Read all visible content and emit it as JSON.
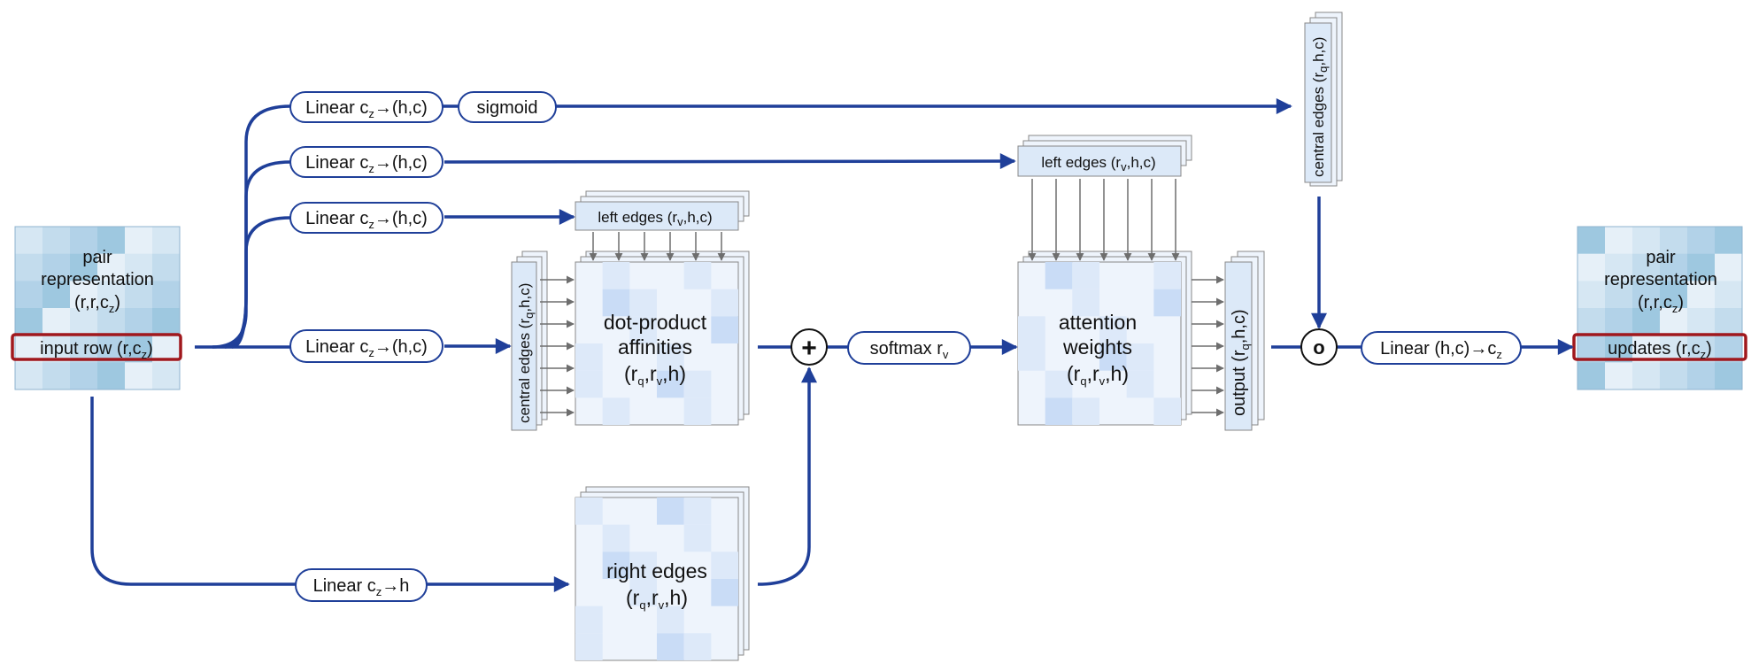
{
  "colors": {
    "flow": "#1f3f99",
    "tile_dark": "#9ec8e0",
    "tile_mid": "#c3dced",
    "tile_light": "#e6f0f8",
    "sheet": "#eef4fc",
    "highlight": "#a0181d"
  },
  "input": {
    "l1": "pair",
    "l2": "representation",
    "shape": "(r,r,c",
    "shape_sub": "z",
    "shape_end": ")",
    "row": "input row (r,c",
    "row_sub": "z",
    "row_end": ")"
  },
  "output": {
    "l1": "pair",
    "l2": "representation",
    "shape": "(r,r,c",
    "shape_sub": "z",
    "shape_end": ")",
    "row": "updates (r,c",
    "row_sub": "z",
    "row_end": ")"
  },
  "nodes": {
    "lin_gate": {
      "a": "Linear c",
      "sub": "z",
      "b": "→(h,c)"
    },
    "sigmoid": "sigmoid",
    "lin_left2": {
      "a": "Linear c",
      "sub": "z",
      "b": "→(h,c)"
    },
    "lin_left1": {
      "a": "Linear c",
      "sub": "z",
      "b": "→(h,c)"
    },
    "lin_central": {
      "a": "Linear c",
      "sub": "z",
      "b": "→(h,c)"
    },
    "lin_right": {
      "a": "Linear c",
      "sub": "z",
      "b": "→h"
    },
    "plus": "+",
    "softmax": {
      "a": "softmax r",
      "sub": "v"
    },
    "circ": "o",
    "lin_out": {
      "a": "Linear (h,c)→c",
      "sub": "z"
    }
  },
  "tensors": {
    "left_edges_1": {
      "a": "left edges (r",
      "sub": "v",
      "b": ",h,c)"
    },
    "left_edges_2": {
      "a": "left edges (r",
      "sub": "v",
      "b": ",h,c)"
    },
    "central_edges_1": {
      "a": "central edges (r",
      "sub": "q",
      "b": ",h,c)"
    },
    "central_edges_2": {
      "a": "central edges (r",
      "sub": "q",
      "b": ",h,c)"
    },
    "affinities": {
      "l1": "dot-product",
      "l2": "affinities",
      "a": "(r",
      "s1": "q",
      "m": ",r",
      "s2": "v",
      "b": ",h)"
    },
    "right_edges": {
      "l1": "right edges",
      "a": "(r",
      "s1": "q",
      "m": ",r",
      "s2": "v",
      "b": ",h)"
    },
    "attention": {
      "l1": "attention",
      "l2": "weights",
      "a": "(r",
      "s1": "q",
      "m": ",r",
      "s2": "v",
      "b": ",h)"
    },
    "output_stack": {
      "a": "output (r",
      "sub": "q",
      "b": ",h,c)"
    }
  }
}
